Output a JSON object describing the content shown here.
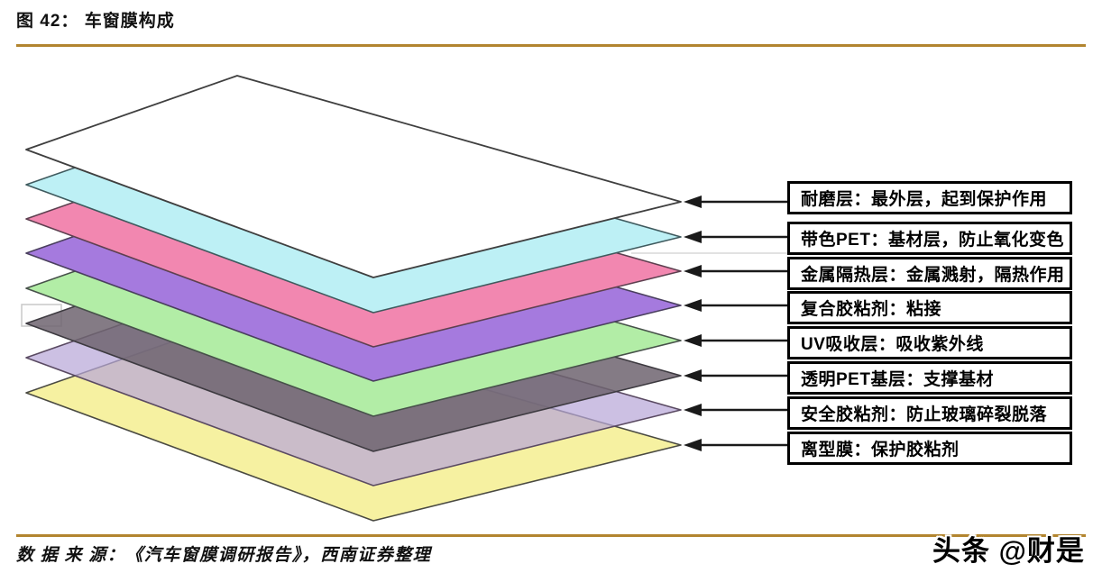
{
  "figure": {
    "title": "图 42： 车窗膜构成"
  },
  "accent": {
    "rule_color": "#b2852f",
    "box_border_color": "#000000",
    "arrow_color": "#1a1a1a"
  },
  "layers": [
    {
      "name": "wear-resistant-layer",
      "label": "耐磨层：最外层，起到保护作用",
      "color": "#ffffff"
    },
    {
      "name": "colored-pet-layer",
      "label": "带色PET：基材层，防止氧化变色",
      "color": "#bdf0f5"
    },
    {
      "name": "metal-insulation-layer",
      "label": "金属隔热层：金属溅射，隔热作用",
      "color": "#f287b0"
    },
    {
      "name": "composite-adhesive-layer",
      "label": "复合胶粘剂：粘接",
      "color": "#a57ade"
    },
    {
      "name": "uv-absorbing-layer",
      "label": "UV吸收层：吸收紫外线",
      "color": "#b2eda6"
    },
    {
      "name": "clear-pet-base-layer",
      "label": "透明PET基层：支撑基材",
      "color": "#6e6470"
    },
    {
      "name": "safety-adhesive-layer",
      "label": "安全胶粘剂：防止玻璃碎裂脱落",
      "color": "#b9a7d8"
    },
    {
      "name": "release-film-layer",
      "label": "离型膜：保护胶粘剂",
      "color": "#f6f1a1"
    }
  ],
  "source": {
    "text": "数 据 来 源：《汽车窗膜调研报告》，西南证券整理"
  },
  "watermark": {
    "text": "头条 @财是"
  }
}
